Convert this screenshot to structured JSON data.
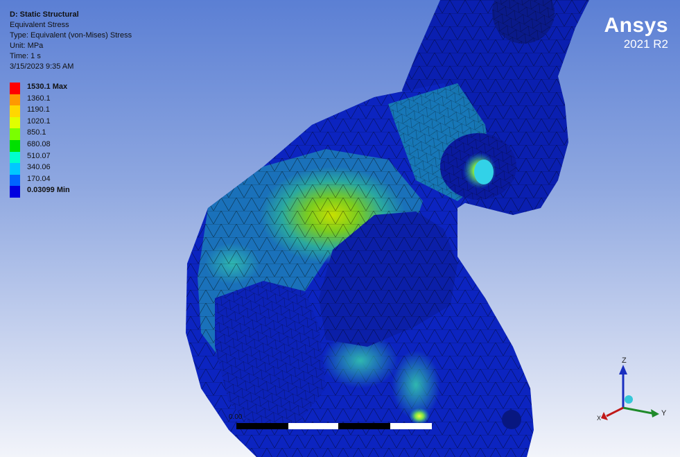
{
  "info": {
    "title": "D: Static Structural",
    "result": "Equivalent Stress",
    "type": "Type: Equivalent (von-Mises) Stress",
    "unit": "Unit: MPa",
    "time": "Time: 1 s",
    "date": "3/15/2023 9:35 AM"
  },
  "legend": [
    {
      "label": "1530.1 Max",
      "color": "#ff0000",
      "bold": true
    },
    {
      "label": "1360.1",
      "color": "#ff9900",
      "bold": false
    },
    {
      "label": "1190.1",
      "color": "#ffd700",
      "bold": false
    },
    {
      "label": "1020.1",
      "color": "#e0ff00",
      "bold": false
    },
    {
      "label": "850.1",
      "color": "#7aff00",
      "bold": false
    },
    {
      "label": "680.08",
      "color": "#00e000",
      "bold": false
    },
    {
      "label": "510.07",
      "color": "#00ffcc",
      "bold": false
    },
    {
      "label": "340.06",
      "color": "#00c8ff",
      "bold": false
    },
    {
      "label": "170.04",
      "color": "#0066ff",
      "bold": false
    },
    {
      "label": "0.03099 Min",
      "color": "#0000e0",
      "bold": true
    }
  ],
  "brand": {
    "name": "Ansys",
    "version": "2021 R2"
  },
  "scale": {
    "start_label": "0.00"
  },
  "triad": {
    "z": "Z",
    "y": "Y",
    "x": "X"
  }
}
